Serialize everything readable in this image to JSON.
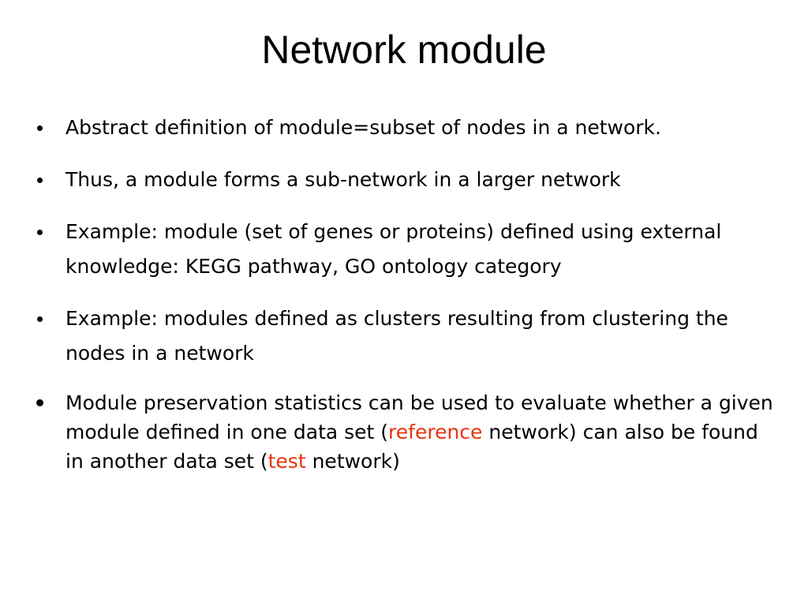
{
  "slide": {
    "title": "Network module",
    "bullets": [
      {
        "text": "Abstract definition of module=subset of nodes in a network."
      },
      {
        "text": "Thus, a module forms a sub-network in a larger network"
      },
      {
        "text": "Example: module (set of genes or proteins) defined using external knowledge: KEGG pathway, GO ontology category"
      },
      {
        "text": "Example: modules defined as clusters resulting from clustering the nodes in a network"
      },
      {
        "part1": "Module preservation statistics can be used to evaluate whether a given module defined in one data set (",
        "highlight1": "reference",
        "part2": " network) can also be found in another data set (",
        "highlight2": "test",
        "part3": " network)"
      }
    ],
    "colors": {
      "text": "#000000",
      "highlight": "#e8340c",
      "background": "#ffffff"
    }
  }
}
